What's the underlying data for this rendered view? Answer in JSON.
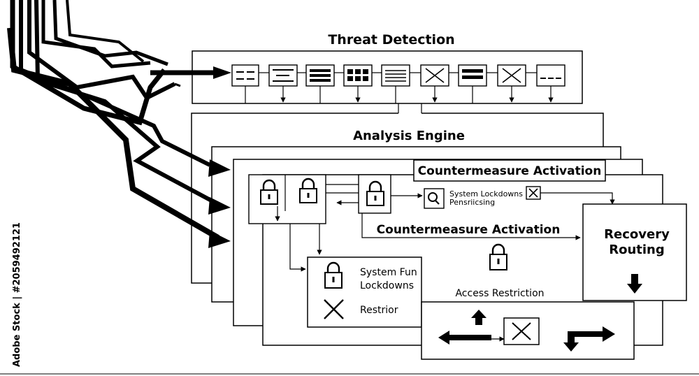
{
  "titles": {
    "threat_detection": "Threat Detection",
    "analysis_engine": "Analysis Engine",
    "countermeasure_top": "Countermeasure Activation",
    "countermeasure_mid": "Countermeasure Activation",
    "recovery_line1": "Recovery",
    "recovery_line2": "Routing",
    "access_restriction": "Access Restriction"
  },
  "labels": {
    "system_lockdowns_line1": "System Lockdowns",
    "system_lockdowns_line2": "Pensriicsing",
    "system_fun_line1": "System Fun",
    "system_fun_line2": "Lockdowns",
    "restrior": "Restrior"
  },
  "watermark": {
    "stock_id": "Adobe Stock | #2059492121"
  },
  "icons": [
    "lock-icon",
    "x-icon",
    "magnifier-icon",
    "arrow-icon"
  ]
}
